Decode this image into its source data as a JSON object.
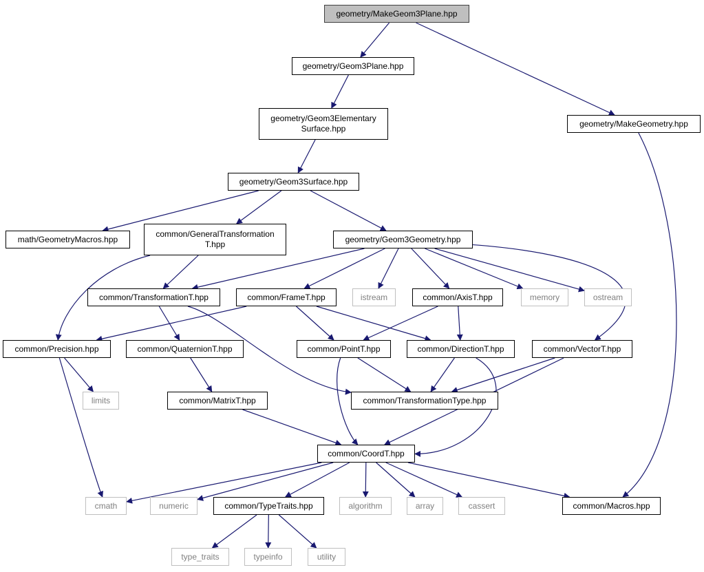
{
  "colors": {
    "edge": "#191970",
    "node_border": "#000000",
    "system_border": "#bfbfbf",
    "system_text": "#808080",
    "root_fill": "#bfbfbf"
  },
  "graph": {
    "nodes": {
      "make_geom3plane": {
        "label": "geometry/MakeGeom3Plane.hpp",
        "kind": "root"
      },
      "geom3plane": {
        "label": "geometry/Geom3Plane.hpp",
        "kind": "file"
      },
      "make_geometry": {
        "label": "geometry/MakeGeometry.hpp",
        "kind": "file"
      },
      "geom3elementary": {
        "label": "geometry/Geom3Elementary\nSurface.hpp",
        "kind": "file"
      },
      "geom3surface": {
        "label": "geometry/Geom3Surface.hpp",
        "kind": "file"
      },
      "geometry_macros": {
        "label": "math/GeometryMacros.hpp",
        "kind": "file"
      },
      "general_transformation": {
        "label": "common/GeneralTransformation\nT.hpp",
        "kind": "file"
      },
      "geom3geometry": {
        "label": "geometry/Geom3Geometry.hpp",
        "kind": "file"
      },
      "transformation_t": {
        "label": "common/TransformationT.hpp",
        "kind": "file"
      },
      "frame_t": {
        "label": "common/FrameT.hpp",
        "kind": "file"
      },
      "istream": {
        "label": "istream",
        "kind": "system"
      },
      "axis_t": {
        "label": "common/AxisT.hpp",
        "kind": "file"
      },
      "memory": {
        "label": "memory",
        "kind": "system"
      },
      "ostream": {
        "label": "ostream",
        "kind": "system"
      },
      "precision": {
        "label": "common/Precision.hpp",
        "kind": "file"
      },
      "quaternion_t": {
        "label": "common/QuaternionT.hpp",
        "kind": "file"
      },
      "point_t": {
        "label": "common/PointT.hpp",
        "kind": "file"
      },
      "direction_t": {
        "label": "common/DirectionT.hpp",
        "kind": "file"
      },
      "vector_t": {
        "label": "common/VectorT.hpp",
        "kind": "file"
      },
      "limits": {
        "label": "limits",
        "kind": "system"
      },
      "matrix_t": {
        "label": "common/MatrixT.hpp",
        "kind": "file"
      },
      "transformation_type": {
        "label": "common/TransformationType.hpp",
        "kind": "file"
      },
      "coord_t": {
        "label": "common/CoordT.hpp",
        "kind": "file"
      },
      "cmath": {
        "label": "cmath",
        "kind": "system"
      },
      "numeric": {
        "label": "numeric",
        "kind": "system"
      },
      "type_traits_hpp": {
        "label": "common/TypeTraits.hpp",
        "kind": "file"
      },
      "algorithm": {
        "label": "algorithm",
        "kind": "system"
      },
      "array": {
        "label": "array",
        "kind": "system"
      },
      "cassert": {
        "label": "cassert",
        "kind": "system"
      },
      "macros": {
        "label": "common/Macros.hpp",
        "kind": "file"
      },
      "type_traits": {
        "label": "type_traits",
        "kind": "system"
      },
      "typeinfo": {
        "label": "typeinfo",
        "kind": "system"
      },
      "utility": {
        "label": "utility",
        "kind": "system"
      }
    },
    "edges": [
      [
        "make_geom3plane",
        "geom3plane"
      ],
      [
        "make_geom3plane",
        "make_geometry"
      ],
      [
        "geom3plane",
        "geom3elementary"
      ],
      [
        "geom3elementary",
        "geom3surface"
      ],
      [
        "geom3surface",
        "geometry_macros"
      ],
      [
        "geom3surface",
        "general_transformation"
      ],
      [
        "geom3surface",
        "geom3geometry"
      ],
      [
        "general_transformation",
        "transformation_t"
      ],
      [
        "general_transformation",
        "precision"
      ],
      [
        "geom3geometry",
        "transformation_t"
      ],
      [
        "geom3geometry",
        "frame_t"
      ],
      [
        "geom3geometry",
        "istream"
      ],
      [
        "geom3geometry",
        "axis_t"
      ],
      [
        "geom3geometry",
        "memory"
      ],
      [
        "geom3geometry",
        "ostream"
      ],
      [
        "geom3geometry",
        "vector_t"
      ],
      [
        "transformation_t",
        "quaternion_t"
      ],
      [
        "transformation_t",
        "transformation_type"
      ],
      [
        "frame_t",
        "precision"
      ],
      [
        "frame_t",
        "point_t"
      ],
      [
        "frame_t",
        "direction_t"
      ],
      [
        "axis_t",
        "point_t"
      ],
      [
        "axis_t",
        "direction_t"
      ],
      [
        "precision",
        "limits"
      ],
      [
        "precision",
        "cmath"
      ],
      [
        "quaternion_t",
        "matrix_t"
      ],
      [
        "point_t",
        "transformation_type"
      ],
      [
        "point_t",
        "coord_t"
      ],
      [
        "direction_t",
        "transformation_type"
      ],
      [
        "direction_t",
        "coord_t"
      ],
      [
        "vector_t",
        "transformation_type"
      ],
      [
        "vector_t",
        "coord_t"
      ],
      [
        "matrix_t",
        "coord_t"
      ],
      [
        "coord_t",
        "cmath"
      ],
      [
        "coord_t",
        "numeric"
      ],
      [
        "coord_t",
        "type_traits_hpp"
      ],
      [
        "coord_t",
        "algorithm"
      ],
      [
        "coord_t",
        "array"
      ],
      [
        "coord_t",
        "cassert"
      ],
      [
        "coord_t",
        "macros"
      ],
      [
        "make_geometry",
        "macros"
      ],
      [
        "type_traits_hpp",
        "type_traits"
      ],
      [
        "type_traits_hpp",
        "typeinfo"
      ],
      [
        "type_traits_hpp",
        "utility"
      ]
    ]
  }
}
